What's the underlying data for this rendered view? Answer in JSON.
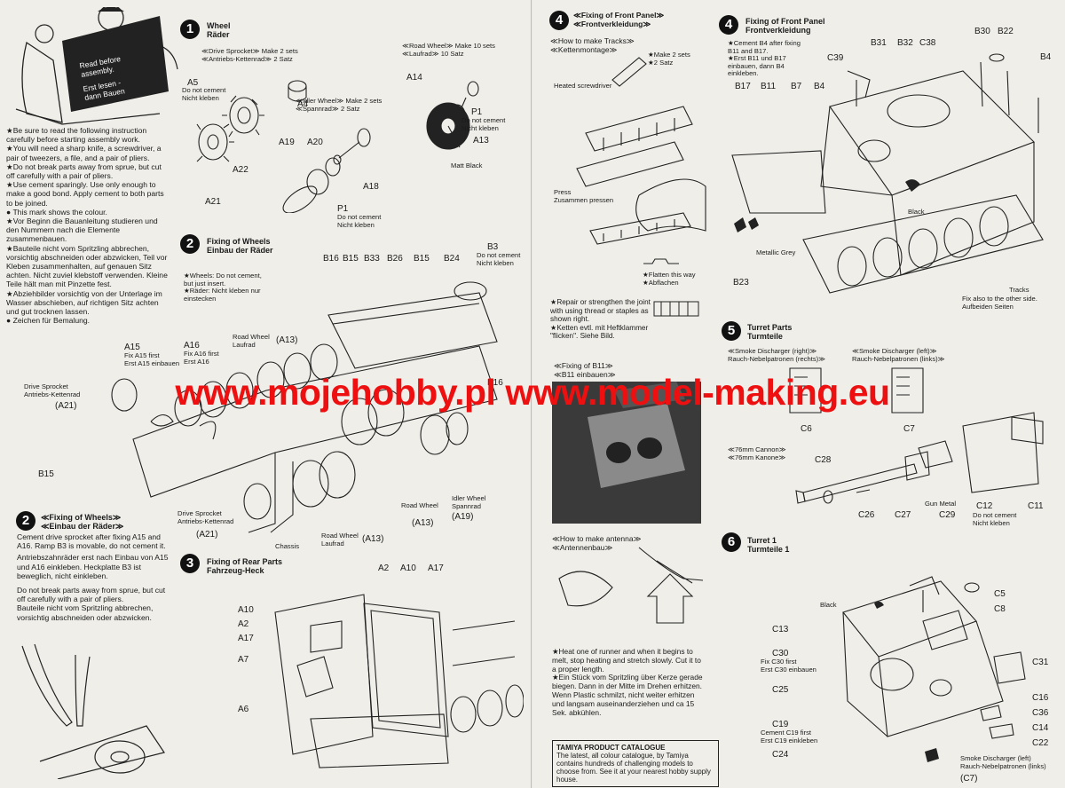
{
  "left_page": {
    "intro": {
      "bubble_en": "Read before assembly.",
      "bubble_de": "Erst lesen - dann Bauen",
      "p1": "★Be sure to read the following instruction carefully before starting assembly work.",
      "p2": "★You will need a sharp knife, a screwdriver, a pair of tweezers, a file, and a pair of pliers.",
      "p3": "★Do not break parts away from sprue, but cut off carefully with a pair of pliers.",
      "p4": "★Use cement sparingly. Use only enough to make a good bond. Apply cement to both parts to be joined.",
      "p5": "This mark shows the colour.",
      "p6": "★Vor Beginn die Bauanleitung studieren und den Nummern nach die Elemente zusammenbauen.",
      "p7": "★Bauteile nicht vom Spritzling abbrechen, vorsichtig abschneiden oder abzwicken, Teil vor Kleben zusammenhalten, auf genauen Sitz achten. Nicht zuviel klebstoff verwenden. Kleine Teile hält man mit Pinzette fest.",
      "p8": "★Abziehbilder vorsichtig von der Unterlage im Wasser abschieben, auf richtigen Sitz achten und gut trocknen lassen.",
      "p9": "Zeichen für Bemalung."
    },
    "step1": {
      "num": "1",
      "title": "Wheel",
      "title_de": "Räder",
      "drive": "≪Drive Sprocket≫ Make 2 sets",
      "drive_de": "≪Antriebs-Kettenrad≫ 2 Satz",
      "road": "≪Road Wheel≫ Make 10 sets",
      "road_de": "≪Laufrad≫ 10 Satz",
      "idler": "≪Idler Wheel≫ Make 2 sets",
      "idler_de": "≪Spannrad≫ 2 Satz",
      "a5": "A5",
      "a5_note": "Do not cement",
      "a5_note_de": "Nicht kleben",
      "a4": "A4",
      "a22": "A22",
      "a21": "A21",
      "a19": "A19",
      "a20": "A20",
      "a18": "A18",
      "p1": "P1",
      "p1_note": "Do not cement",
      "p1_note_de": "Nicht kleben",
      "a14": "A14",
      "p1b": "P1",
      "p1b_note": "Do not cement",
      "p1b_note_de": "Nicht kleben",
      "a13": "A13",
      "matt": "Matt Black"
    },
    "step2": {
      "num": "2",
      "title": "Fixing of Wheels",
      "title_de": "Einbau der Räder",
      "note": "★Wheels: Do not cement, but just insert.",
      "note_de": "★Räder: Nicht kleben nur einstecken",
      "b16": "B16",
      "b15": "B15",
      "b33": "B33",
      "b26": "B26",
      "b15b": "B15",
      "b24": "B24",
      "b3": "B3",
      "b3_note": "Do not cement",
      "b3_note_de": "Nicht kleben",
      "a15": "A15",
      "a15_note": "Fix A15 first",
      "a15_note_de": "Erst A15 einbauen",
      "a16": "A16",
      "a16_note": "Fix A16 first",
      "a16_note_de": "Erst A16",
      "rw": "Road Wheel",
      "rw_de": "Laufrad",
      "a13": "(A13)",
      "ds": "Drive Sprocket",
      "ds_de": "Antriebs-Kettenrad",
      "a21": "(A21)",
      "b15c": "B15",
      "ds2": "Drive Sprocket",
      "ds2_de": "Antriebs-Kettenrad",
      "a21b": "(A21)",
      "chassis": "Chassis",
      "rw2": "Road Wheel",
      "rw2_de": "Laufrad",
      "a13b": "(A13)",
      "rw3": "Road Wheel",
      "a13c": "(A13)",
      "iw": "Idler Wheel",
      "iw_de": "Spannrad",
      "a19": "(A19)",
      "b16b": "B16"
    },
    "step2b": {
      "num": "2",
      "title": "≪Fixing of Wheels≫",
      "title_de": "≪Einbau der Räder≫",
      "en": "Cement drive sprocket after fixing A15 and A16. Ramp B3 is movable, do not cement it.",
      "de": "Antriebszahnräder erst nach Einbau von A15 und A16 einkleben. Heckplatte B3 ist beweglich, nicht einkleben.",
      "en2": "Do not break parts away from sprue, but cut off carefully with a pair of pliers.",
      "de2": "Bauteile nicht vom Spritzling abbrechen, vorsichtig abschneiden oder abzwicken."
    },
    "step3": {
      "num": "3",
      "title": "Fixing of Rear Parts",
      "title_de": "Fahrzeug-Heck",
      "a2": "A2",
      "a10": "A10",
      "a17": "A17",
      "a10b": "A10",
      "a2b": "A2",
      "a17b": "A17",
      "a7": "A7",
      "a6": "A6"
    }
  },
  "right_page": {
    "step4a": {
      "num": "4",
      "title": "≪Fixing of Front Panel≫",
      "title_de": "≪Frontverkleidung≫",
      "tracks": "≪How to make Tracks≫",
      "tracks_de": "≪Kettenmontage≫",
      "make2": "★Make 2 sets",
      "make2_de": "★2 Satz",
      "screwdriver": "Heated screwdriver",
      "press": "Press",
      "press_de": "Zusammen pressen",
      "flatten": "★Flatten this way",
      "flatten_de": "★Abflachen",
      "repair": "★Repair or strengthen the joint with using thread or staples as shown right.",
      "repair_de": "★Ketten evtl. mit Heftklammer \"flicken\". Siehe Bild.",
      "b11": "≪Fixing of B11≫",
      "b11_de": "≪B11 einbauen≫",
      "antenna": "≪How to make antenna≫",
      "antenna_de": "≪Antennenbau≫",
      "ant_en": "★Heat one of runner and when it begins to melt, stop heating and stretch slowly. Cut it to a proper length.",
      "ant_de": "★Ein Stück vom Spritzling über Kerze gerade biegen. Dann in der Mitte im Drehen erhitzen. Wenn Plastic schmilzt, nicht weiter erhitzen und langsam auseinanderziehen und ca 15 Sek. abkühlen.",
      "cat_title": "TAMIYA PRODUCT CATALOGUE",
      "cat_text": "The latest, all colour catalogue, by Tamiya contains hundreds of challenging models to choose from. See it at your nearest hobby supply house."
    },
    "step4b": {
      "num": "4",
      "title": "Fixing of Front Panel",
      "title_de": "Frontverkleidung",
      "n1": "★Cement B4 after fixing B11 and B17.",
      "n1_de": "★Erst B11 und B17 einbauen, dann B4 einkleben.",
      "b31": "B31",
      "b32": "B32",
      "c38": "C38",
      "b30": "B30",
      "b22": "B22",
      "c39": "C39",
      "b4": "B4",
      "b17": "B17",
      "b11": "B11",
      "b7": "B7",
      "b4b": "B4",
      "black": "Black",
      "grey": "Metallic Grey",
      "b23": "B23",
      "tracks": "Tracks",
      "fix": "Fix also to the other side.",
      "fix_de": "Aufbeiden Seiten"
    },
    "step5": {
      "num": "5",
      "title": "Turret Parts",
      "title_de": "Turmteile",
      "sdr": "≪Smoke Discharger (right)≫",
      "sdr_de": "Rauch-Nebelpatronen (rechts)≫",
      "sdl": "≪Smoke Discharger (left)≫",
      "sdl_de": "Rauch-Nebelpatronen (links)≫",
      "c6": "C6",
      "c7": "C7",
      "cannon": "≪76mm Cannon≫",
      "cannon_de": "≪76mm Kanone≫",
      "c28": "C28",
      "c26": "C26",
      "c27": "C27",
      "gm": "Gun Metal",
      "c29": "C29",
      "c12": "C12",
      "c12_note": "Do not cement",
      "c12_note_de": "Nicht kleben",
      "c11": "C11"
    },
    "step6": {
      "num": "6",
      "title": "Turret 1",
      "title_de": "Turmteile 1",
      "c5": "C5",
      "black": "Black",
      "c8": "C8",
      "c13": "C13",
      "c30": "C30",
      "c30_note": "Fix C30 first",
      "c30_note_de": "Erst C30 einbauen",
      "c31": "C31",
      "c25": "C25",
      "c16": "C16",
      "c36": "C36",
      "c14": "C14",
      "c19": "C19",
      "c19_note": "Cement C19 first",
      "c19_note_de": "Erst C19 einkleben",
      "c22": "C22",
      "c24": "C24",
      "sdl": "Smoke Discharger (left)",
      "sdl_de": "Rauch-Nebelpatronen (links)",
      "c7": "(C7)"
    }
  },
  "watermark": "www.mojehobby.pl www.model-making.eu",
  "colors": {
    "watermark": "#ee1010",
    "paper": "#efeee9",
    "ink": "#1a1a1a"
  }
}
